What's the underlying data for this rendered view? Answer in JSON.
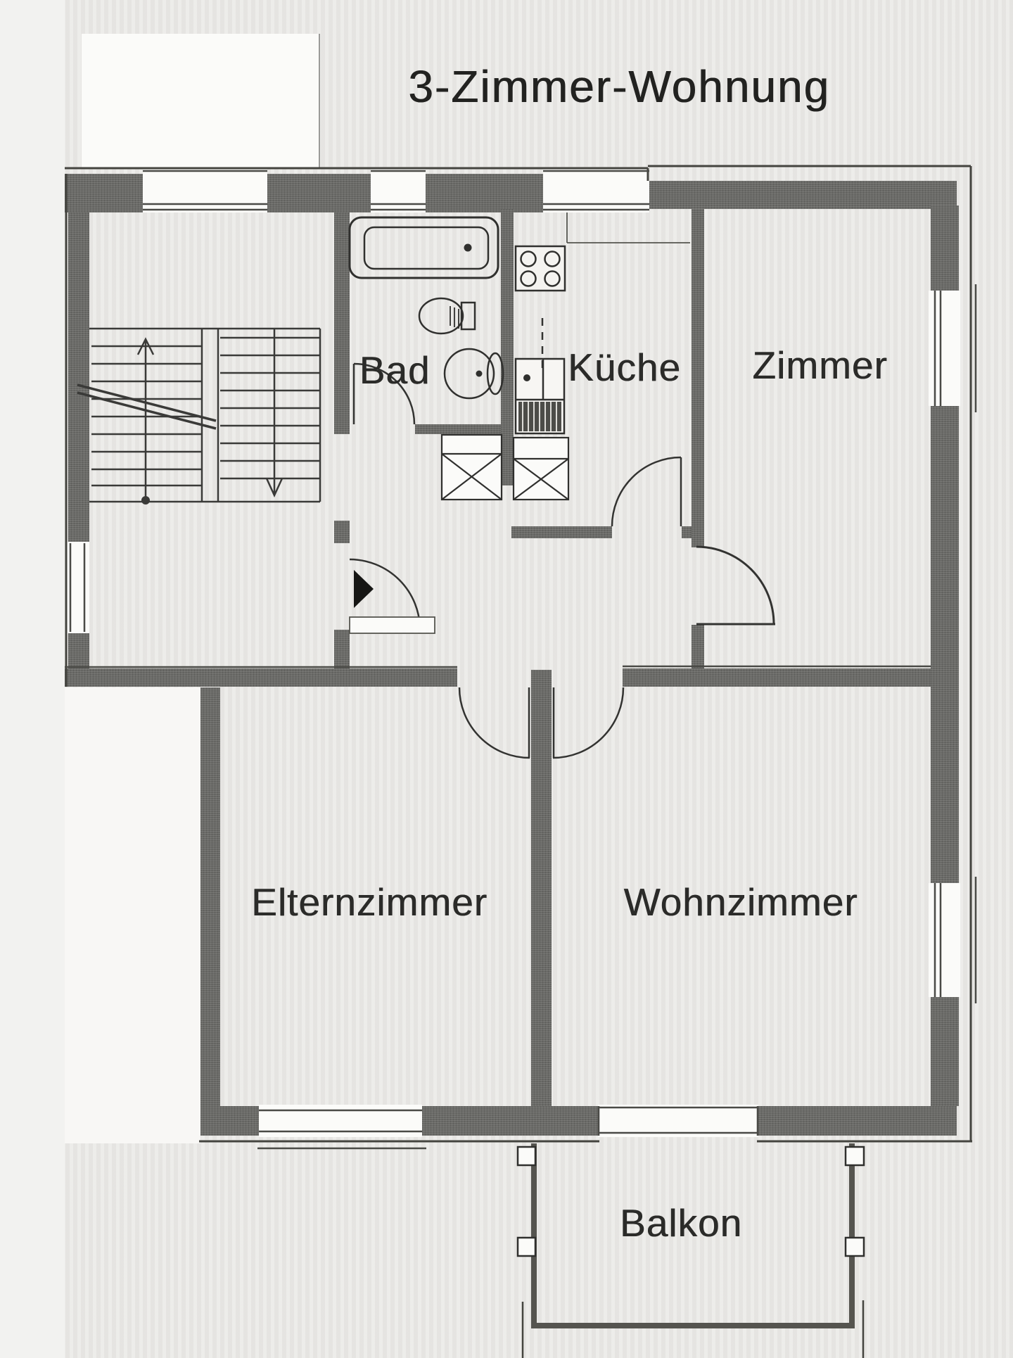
{
  "title": "3-Zimmer-Wohnung",
  "rooms": {
    "bad": "Bad",
    "kueche": "Küche",
    "zimmer": "Zimmer",
    "elternzimmer": "Elternzimmer",
    "wohnzimmer": "Wohnzimmer",
    "balkon": "Balkon"
  },
  "colors": {
    "wall": "#6a6a67",
    "line": "#3a3a38",
    "paper": "#e9e8e5"
  }
}
